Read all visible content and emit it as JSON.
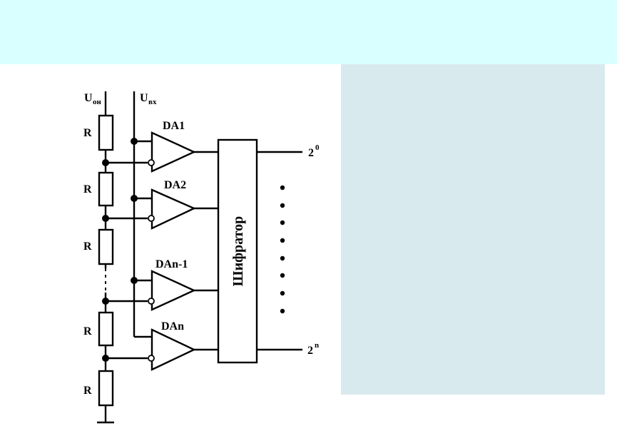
{
  "labels": {
    "u_ref": "U",
    "u_ref_sub": "он",
    "u_in": "U",
    "u_in_sub": "вх",
    "resistor": "R",
    "encoder": "Шифратор",
    "out_top_base": "2",
    "out_top_exp": "0",
    "out_bottom_base": "2",
    "out_bottom_exp": "n"
  },
  "comparators": [
    "DA1",
    "DA2",
    "DAn-1",
    "DAn"
  ],
  "colors": {
    "top_band": "#d9ffff",
    "side_panel": "#d9eaee",
    "ink": "#000000"
  }
}
